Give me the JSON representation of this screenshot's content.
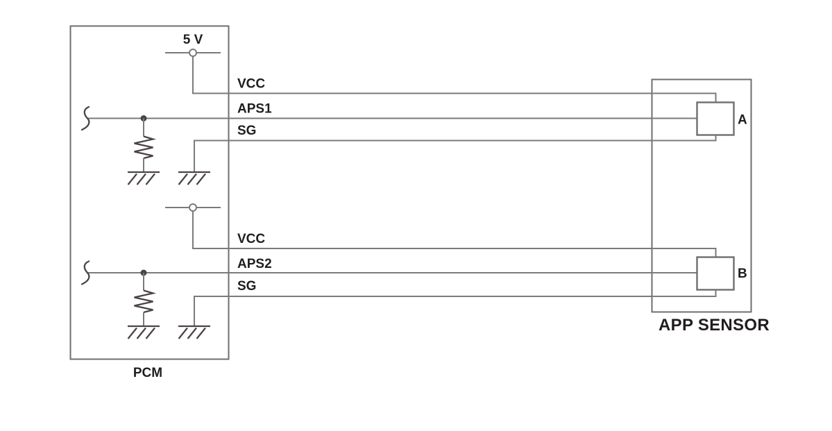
{
  "colors": {
    "wire": "#797a7d",
    "box": "#6d6e71",
    "component": "#4b4344",
    "text": "#211d1e",
    "background": "#ffffff"
  },
  "pcm": {
    "label": "PCM",
    "supply_label": "5 V"
  },
  "sensor": {
    "label": "APP SENSOR",
    "connector_a": "A",
    "connector_b": "B"
  },
  "channel1": {
    "vcc": "VCC",
    "signal": "APS1",
    "sg": "SG"
  },
  "channel2": {
    "vcc": "VCC",
    "signal": "APS2",
    "sg": "SG"
  }
}
